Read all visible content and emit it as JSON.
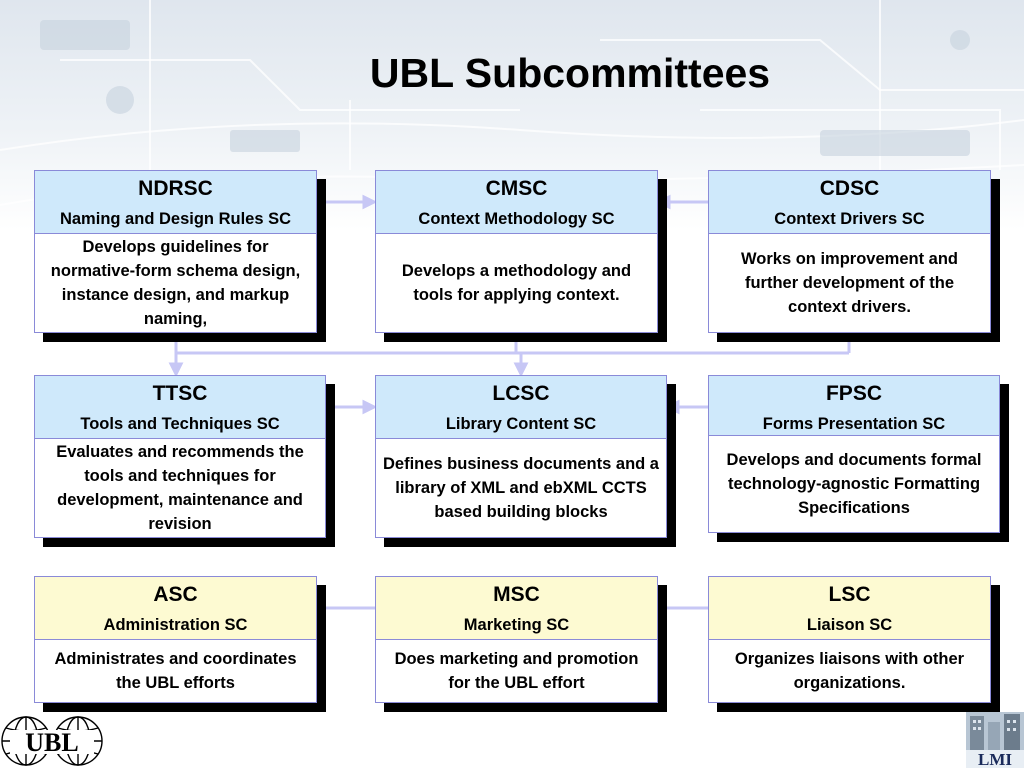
{
  "title": "UBL Subcommittees",
  "colors": {
    "blue_head": "#cfe9fb",
    "yellow_head": "#fdfad2",
    "border": "#8a8ad8",
    "connector": "#c7c7f5"
  },
  "subcommittees": [
    {
      "abbr": "NDRSC",
      "name": "Naming and Design Rules SC",
      "description": "Develops guidelines for normative-form schema design, instance design, and markup naming,"
    },
    {
      "abbr": "CMSC",
      "name": "Context Methodology SC",
      "description": "Develops a methodology and tools for applying context."
    },
    {
      "abbr": "CDSC",
      "name": "Context Drivers SC",
      "description": "Works on improvement and further development of the context drivers."
    },
    {
      "abbr": "TTSC",
      "name": "Tools and Techniques SC",
      "description": "Evaluates and recommends the tools and techniques for development, maintenance and revision"
    },
    {
      "abbr": "LCSC",
      "name": "Library Content SC",
      "description": "Defines business documents and a library of XML and ebXML CCTS based building blocks"
    },
    {
      "abbr": "FPSC",
      "name": "Forms Presentation SC",
      "description": "Develops and documents formal technology-agnostic Formatting Specifications"
    },
    {
      "abbr": "ASC",
      "name": "Administration SC",
      "description": "Administrates and coordinates the UBL efforts"
    },
    {
      "abbr": "MSC",
      "name": "Marketing SC",
      "description": "Does marketing and promotion for the UBL effort"
    },
    {
      "abbr": "LSC",
      "name": "Liaison SC",
      "description": "Organizes liaisons with other organizations."
    }
  ],
  "logos": {
    "left": "UBL",
    "right": "LMI"
  }
}
